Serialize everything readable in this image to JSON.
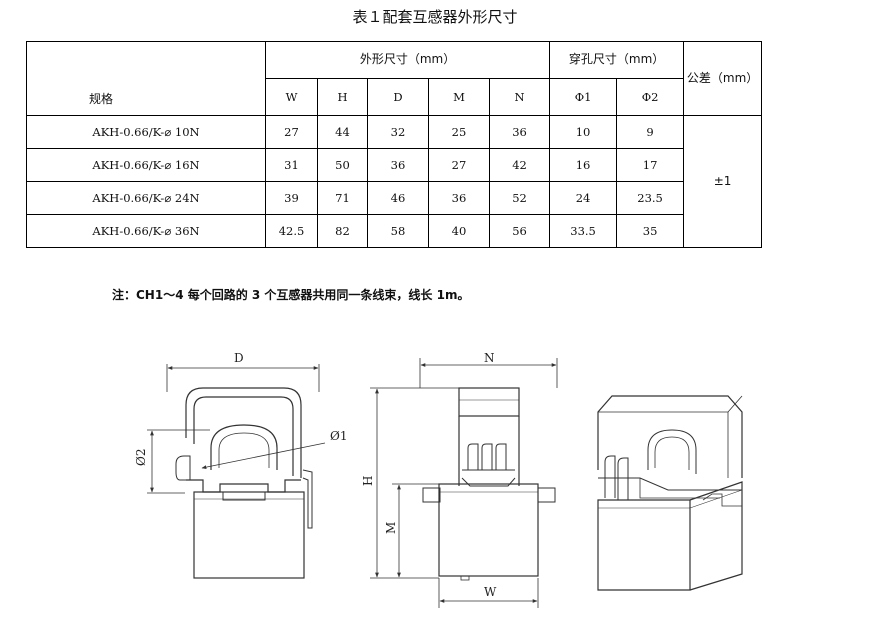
{
  "title": "表１配套互感器外形尺寸",
  "table": {
    "header": {
      "spec": "规格",
      "outer": "外形尺寸（mm）",
      "hole": "穿孔尺寸（mm）",
      "tolerance": "公差（mm）",
      "cols": [
        "W",
        "H",
        "D",
        "M",
        "N"
      ],
      "hole_cols": [
        "Φ1",
        "Φ2"
      ]
    },
    "rows": [
      {
        "model": "AKH-0.66/K-⌀ 10N",
        "W": "27",
        "H": "44",
        "D": "32",
        "M": "25",
        "N": "36",
        "p1": "10",
        "p2": "9"
      },
      {
        "model": "AKH-0.66/K-⌀ 16N",
        "W": "31",
        "H": "50",
        "D": "36",
        "M": "27",
        "N": "42",
        "p1": "16",
        "p2": "17"
      },
      {
        "model": "AKH-0.66/K-⌀ 24N",
        "W": "39",
        "H": "71",
        "D": "46",
        "M": "36",
        "N": "52",
        "p1": "24",
        "p2": "23.5"
      },
      {
        "model": "AKH-0.66/K-⌀ 36N",
        "W": "42.5",
        "H": "82",
        "D": "58",
        "M": "40",
        "N": "56",
        "p1": "33.5",
        "p2": "35"
      }
    ],
    "tolerance_value": "±1"
  },
  "note": "注：CH1～4 每个回路的 3 个互感器共用同一条线束，线长 1m。",
  "drawing": {
    "label_D": "D",
    "label_N": "N",
    "label_H": "H",
    "label_M": "M",
    "label_W": "W",
    "label_phi1": "Ø1",
    "label_phi2": "Ø2"
  }
}
